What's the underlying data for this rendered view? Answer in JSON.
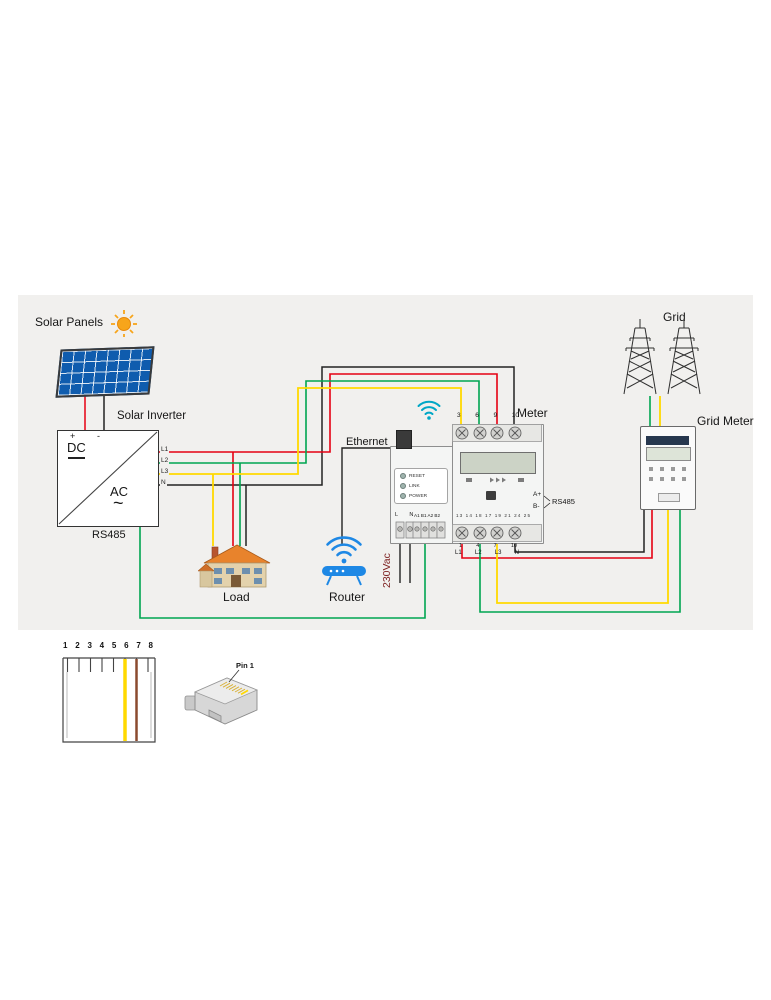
{
  "colors": {
    "panel_bg": "#f1f0ee",
    "wire_red": "#e60012",
    "wire_green": "#00a651",
    "wire_yellow": "#ffd900",
    "wire_black": "#222222",
    "wire_brown": "#8b4a2f",
    "solar_blue": "#0f5cae",
    "router_blue": "#1e88e5",
    "wifi_teal": "#00a7c6",
    "sun_orange": "#f7a51b"
  },
  "labels": {
    "solar_panels": "Solar Panels",
    "solar_inverter": "Solar Inverter",
    "rs485_inverter": "RS485",
    "load": "Load",
    "router": "Router",
    "ethernet": "Ethernet",
    "meter": "Meter",
    "grid": "Grid",
    "grid_meter": "Grid Meter",
    "voltage": "230Vac",
    "rs485_meter": "RS485",
    "a_plus": "A+",
    "b_minus": "B-"
  },
  "inverter": {
    "dc": "DC",
    "ac": "AC",
    "tilde": "~",
    "plus": "+",
    "minus": "-",
    "terminals": [
      "L1",
      "L2",
      "L3",
      "N"
    ]
  },
  "meter": {
    "top_numbers": [
      "3",
      "6",
      "9",
      "10"
    ],
    "bottom_numbers": [
      "1",
      "4",
      "7",
      "10"
    ],
    "bottom_labels": [
      "L1",
      "L2",
      "L3",
      "N"
    ],
    "aux_numbers": "13 14 18 17 19 21 24 25",
    "leds": [
      "RESET",
      "LINK",
      "POWER"
    ],
    "ln_label": "L N",
    "comm_label": "A1 B1 A2 B2"
  },
  "rj45": {
    "pin_numbers": [
      "1",
      "2",
      "3",
      "4",
      "5",
      "6",
      "7",
      "8"
    ],
    "pin1_label": "Pin 1"
  }
}
